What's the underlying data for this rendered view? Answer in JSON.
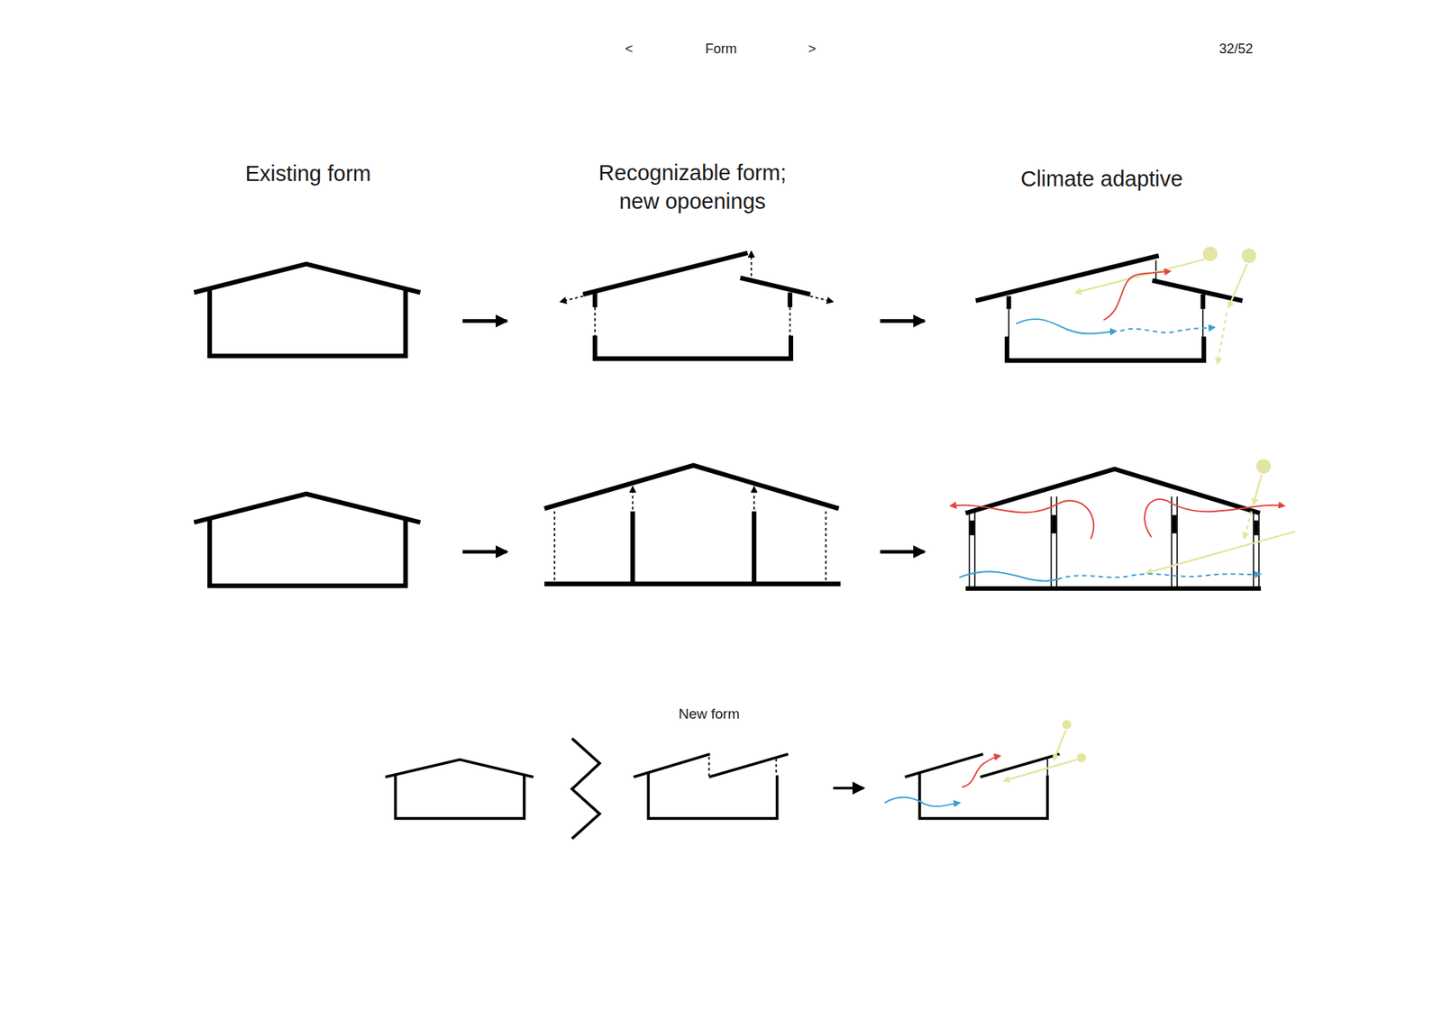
{
  "diagram": {
    "labels": [
      "<",
      "Form",
      ">",
      "32/52",
      "Existing form",
      "Recognizable form; new opoenings",
      "Climate adaptive",
      "New form"
    ]
  }
}
